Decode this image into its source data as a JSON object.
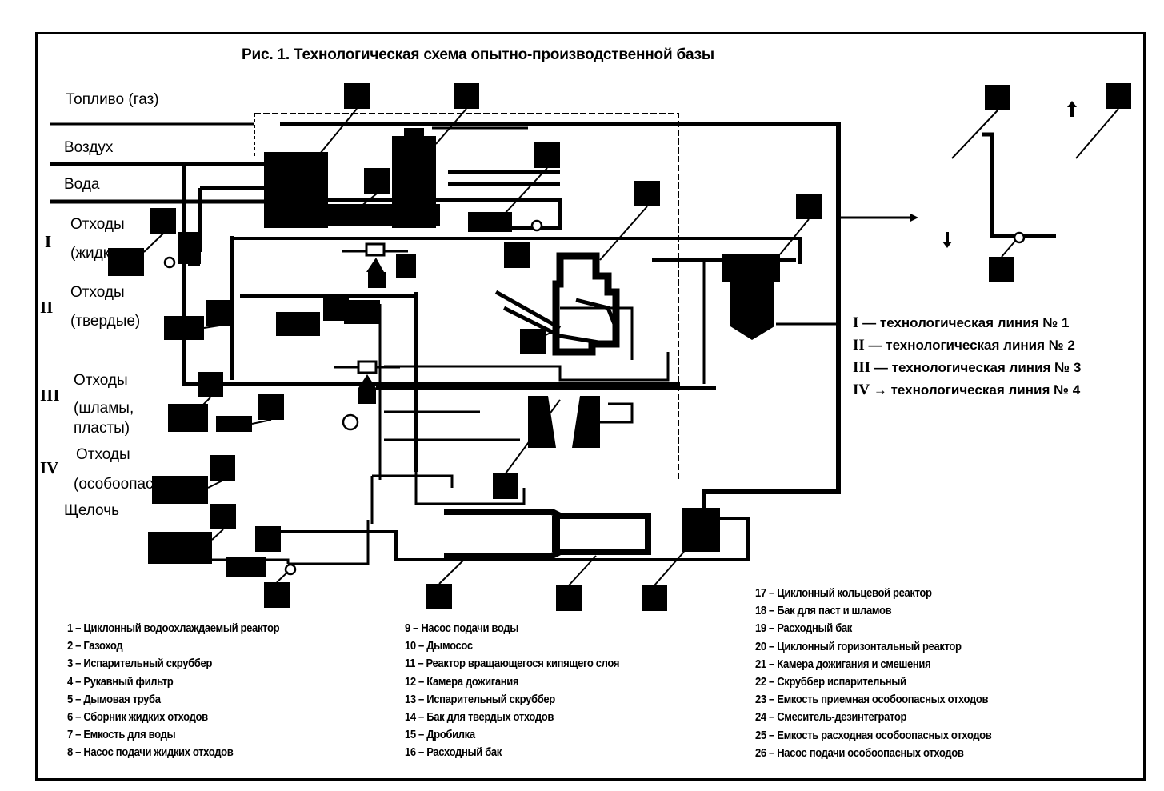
{
  "title": "Рис. 1. Технологическая схема опытно-производственной базы",
  "inputs": {
    "fuel": "Топливо (газ)",
    "air": "Воздух",
    "water": "Вода",
    "waste_liquid_1": "Отходы",
    "waste_liquid_2": "(жидкие)",
    "waste_solid_1": "Отходы",
    "waste_solid_2": "(твердые)",
    "waste_sludge_1": "Отходы",
    "waste_sludge_2": "(шламы,",
    "waste_sludge_3": "пласты)",
    "waste_hazard_1": "Отходы",
    "waste_hazard_2": "(особоопасные)",
    "alkali": "Щелочь"
  },
  "line_numerals": [
    "I",
    "II",
    "III",
    "IV"
  ],
  "lines_legend": [
    {
      "numeral": "I",
      "text": "— технологическая линия № 1"
    },
    {
      "numeral": "II",
      "text": "— технологическая линия № 2"
    },
    {
      "numeral": "III",
      "text": "— технологическая линия № 3"
    },
    {
      "numeral": "IV",
      "text": "→ технологическая линия № 4"
    }
  ],
  "legend": {
    "col1": [
      "1 – Циклонный водоохлаждаемый реактор",
      "2 – Газоход",
      "3 – Испарительный скруббер",
      "4 – Рукавный фильтр",
      "5 – Дымовая труба",
      "6 – Сборник жидких отходов",
      "7 – Емкость для воды",
      "8 – Насос подачи жидких отходов"
    ],
    "col2": [
      "9 – Насос подачи воды",
      "10 – Дымосос",
      "11 – Реактор вращающегося кипящего слоя",
      "12 – Камера дожигания",
      "13 – Испарительный скруббер",
      "14 – Бак для твердых отходов",
      "15 – Дробилка",
      "16 – Расходный бак"
    ],
    "col3": [
      "17 – Циклонный кольцевой реактор",
      "18 – Бак для паст и шламов",
      "19 – Расходный бак",
      "20 – Циклонный горизонтальный реактор",
      "21 – Камера дожигания и смешения",
      "22 – Скруббер испарительный",
      "23 – Емкость приемная особоопасных отходов",
      "24 – Смеситель-дезинтегратор",
      "25 – Емкость расходная особоопасных отходов",
      "26 – Насос подачи особоопасных отходов"
    ]
  },
  "colors": {
    "ink": "#000000",
    "paper": "#ffffff"
  }
}
